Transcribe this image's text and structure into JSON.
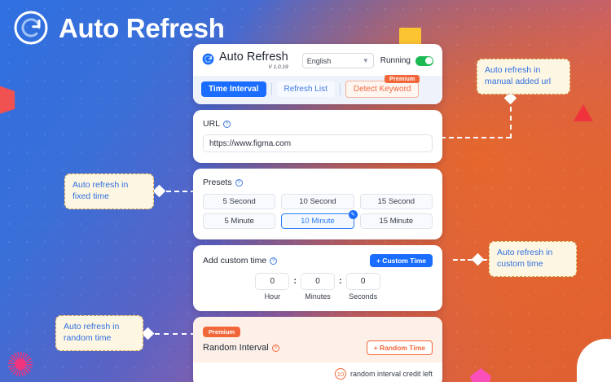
{
  "page": {
    "title": "Auto Refresh",
    "logo_icon": "refresh-circle-icon"
  },
  "panel": {
    "brand_name": "Auto Refresh",
    "version": "V 1.0.19",
    "language": {
      "selected": "English",
      "chevron": "chevron-down-icon"
    },
    "status": {
      "label": "Running",
      "toggle_on": true,
      "toggle_color": "#1db954"
    },
    "tabs": [
      {
        "label": "Time Interval",
        "state": "active"
      },
      {
        "label": "Refresh List",
        "state": "inactive"
      },
      {
        "label": "Detect Keyword",
        "state": "premium",
        "badge": "Premium"
      }
    ],
    "url_section": {
      "label": "URL",
      "help_icon": "question-mark-icon",
      "value": "https://www.figma.com",
      "placeholder": "https://www.figma.com"
    },
    "presets_section": {
      "label": "Presets",
      "help_icon": "question-mark-icon",
      "options": [
        {
          "label": "5 Second",
          "selected": false
        },
        {
          "label": "10 Second",
          "selected": false
        },
        {
          "label": "15 Second",
          "selected": false
        },
        {
          "label": "5 Minute",
          "selected": false
        },
        {
          "label": "10 Minute",
          "selected": true,
          "badge_icon": "edit-pencil-icon"
        },
        {
          "label": "15 Minute",
          "selected": false
        }
      ]
    },
    "custom_time_section": {
      "label": "Add custom time",
      "help_icon": "question-mark-icon",
      "button_label": "+ Custom Time",
      "fields": [
        {
          "label": "Hour",
          "value": "0"
        },
        {
          "label": "Minutes",
          "value": "0"
        },
        {
          "label": "Seconds",
          "value": "0"
        }
      ],
      "separator": ":"
    },
    "random_section": {
      "badge": "Premium",
      "label": "Random Interval",
      "help_icon": "question-mark-icon",
      "button_label": "+ Random Time",
      "credit_count": "10",
      "credit_text": "random interval credit left"
    }
  },
  "callouts": [
    {
      "id": "manual-url",
      "text": "Auto refresh in\nmanual added url"
    },
    {
      "id": "fixed-time",
      "text": "Auto refresh in\nfixed time"
    },
    {
      "id": "custom-time",
      "text": "Auto refresh in\ncustom time"
    },
    {
      "id": "random-time",
      "text": "Auto refresh in\nrandom time"
    }
  ],
  "colors": {
    "brand_blue": "#1a6dff",
    "premium_orange": "#f2673a",
    "toggle_green": "#1db954",
    "callout_bg": "#fdf6e3",
    "callout_text": "#2f6fe0"
  }
}
